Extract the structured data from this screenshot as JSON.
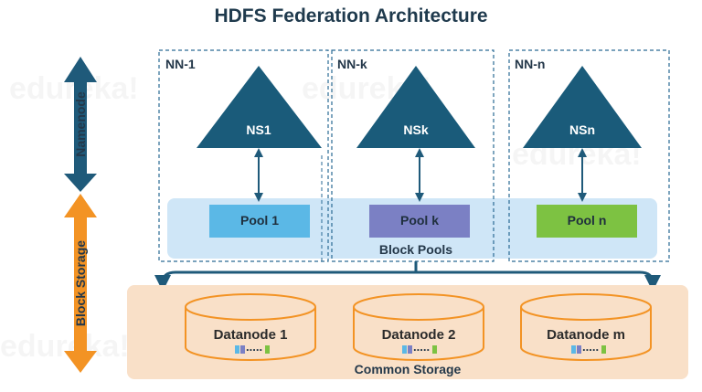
{
  "title": "HDFS Federation Architecture",
  "axis": {
    "namenode": "Namenode",
    "block_storage": "Block Storage"
  },
  "namenodes": [
    {
      "nn_label": "NN-1",
      "ns_label": "NS1",
      "pool_label": "Pool 1",
      "pool_color": "#5bb8e6"
    },
    {
      "nn_label": "NN-k",
      "ns_label": "NSk",
      "pool_label": "Pool k",
      "pool_color": "#7b80c4"
    },
    {
      "nn_label": "NN-n",
      "ns_label": "NSn",
      "pool_label": "Pool n",
      "pool_color": "#7dc242"
    }
  ],
  "block_pools_label": "Block Pools",
  "common_storage_label": "Common Storage",
  "datanodes": [
    {
      "label": "Datanode 1",
      "blocks": "....."
    },
    {
      "label": "Datanode 2",
      "blocks": "....."
    },
    {
      "label": "Datanode m",
      "blocks": "....."
    }
  ],
  "colors": {
    "namespace_triangle": "#1a5b7a",
    "namenode_arrow": "#1f5a7a",
    "storage_arrow": "#f39324",
    "block_pools_band": "#cfe6f7",
    "common_storage_band": "#f9e0c8",
    "datanode_stroke": "#f39324",
    "dashed_border": "#2a6a94"
  },
  "watermark": "edureka!"
}
